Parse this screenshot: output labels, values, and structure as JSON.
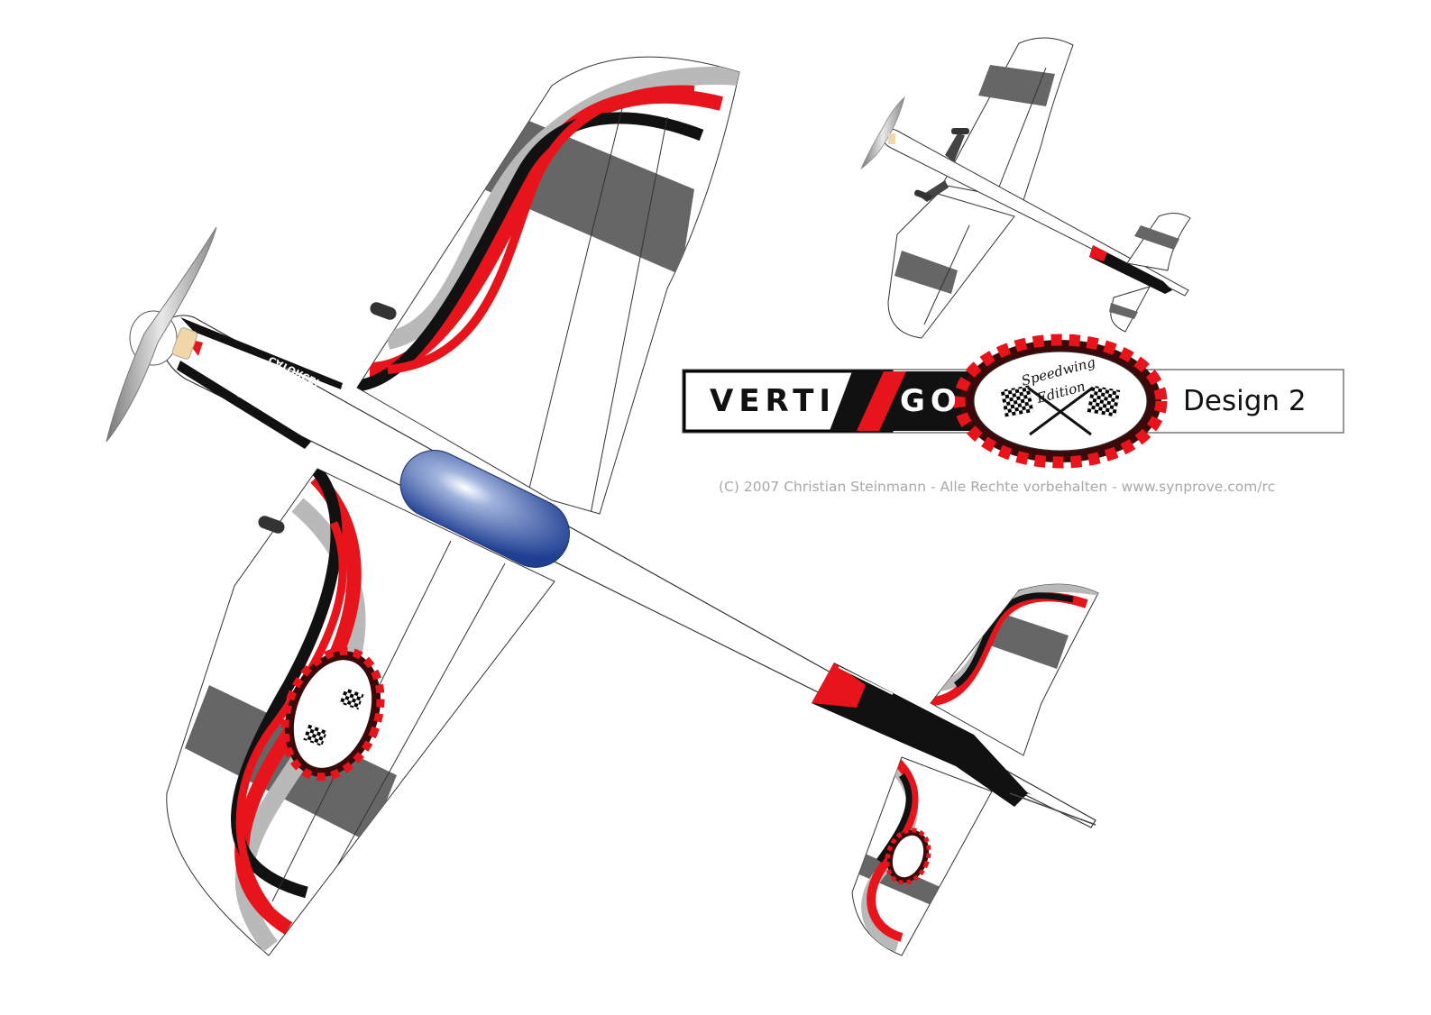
{
  "logo": {
    "word_left": "VERTI",
    "word_right": "GO",
    "badge_lines": [
      "Speedwing",
      "Edition"
    ]
  },
  "design_label": "Design 2",
  "copyright": "(C) 2007 Christian Steinmann - Alle Rechte vorbehalten - www.synprove.com/rc",
  "fuselage_lettering": "CATORCE!",
  "colors": {
    "stripe_red": "#e8141b",
    "stripe_black": "#111111",
    "stripe_gray": "#b9b9b9",
    "band_gray": "#666666",
    "canopy_blue": "#2c4f9e",
    "badge_dark": "#3a0a0a"
  }
}
